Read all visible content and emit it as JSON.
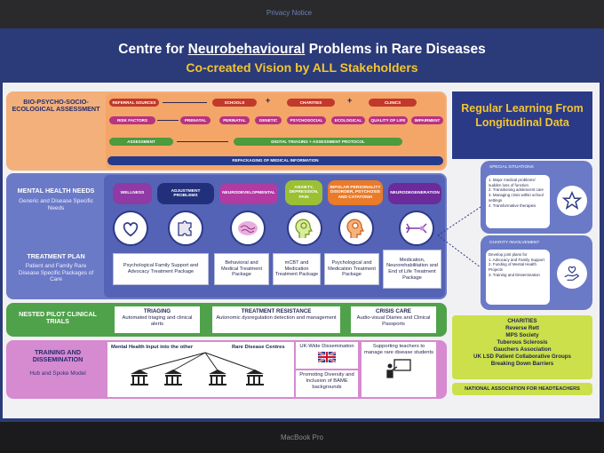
{
  "top_strip": "Privacy Notice",
  "header": {
    "title_prefix": "Centre for ",
    "title_underlined": "Neurobehavioural",
    "title_suffix": " Problems in Rare Diseases",
    "subtitle": "Co-created Vision by ALL Stakeholders"
  },
  "rows": {
    "assessment": {
      "label": "BIO-PSYCHO-SOCIO-ECOLOGICAL ASSESSMENT"
    },
    "mental_health": {
      "label": "MENTAL HEALTH NEEDS",
      "sub": "Generic and Disease Specific Needs"
    },
    "treatment": {
      "label": "TREATMENT PLAN",
      "sub": "Patient and Family Rare Disease Specific Packages of Care"
    },
    "pilot": {
      "label": "NESTED PILOT CLINICAL TRIALS"
    },
    "training": {
      "label": "TRAINING AND DISSEMINATION",
      "sub": "Hub and Spoke Model"
    }
  },
  "assessment": {
    "referral": "REFERRAL SOURCES",
    "schools": "SCHOOLS",
    "charities": "CHARITIES",
    "clinics": "CLINICS",
    "risk": "RISK FACTORS",
    "prenatal": "PRENATAL",
    "perinatal": "PERINATAL",
    "genetic": "GENETIC",
    "psychosocial": "PSYCHOSOCIAL",
    "ecological": "ECOLOGICAL",
    "qol": "QUALITY OF LIFE",
    "impairment": "IMPAIRMENT",
    "assess": "ASSESSMENT",
    "triaging": "DIGITAL TRIAGING + ASSESSMENT PROTOCOL",
    "repackaging": "REPACKAGING OF MEDICAL INFORMATION",
    "plus": "+"
  },
  "needs": [
    {
      "label": "WELLNESS",
      "color": "#8f3aa5"
    },
    {
      "label": "ADJUSTMENT PROBLEMS",
      "color": "#22307c"
    },
    {
      "label": "NEURODEVELOPMENTAL",
      "color": "#b13aa3"
    },
    {
      "label": "ANXIETY, DEPRESSION, PAIN",
      "color": "#9bc033"
    },
    {
      "label": "BIPOLAR PERSONALITY DISORDER, PSYCHOSIS AND CATATONIA",
      "color": "#ea7b29"
    },
    {
      "label": "NEURODEGENERATION",
      "color": "#6c2a9a"
    }
  ],
  "icons": [
    "heart-icon",
    "puzzle-icon",
    "brain-icon",
    "head-spiral-icon",
    "head-gears-icon",
    "neuron-icon"
  ],
  "treatments": [
    "Psychological Family Support and Advocacy Treatment Package",
    "Behavioral and Medical Treatment Package",
    "mCBT and Medication Treatment Package",
    "Psychological and Medication Treatment Package",
    "Medication, Neurorehabilitation and End of Life Treatment Package"
  ],
  "pilots": [
    {
      "head": "TRIAGING",
      "text": "Automated triaging and clinical alerts"
    },
    {
      "head": "TREATMENT RESISTANCE",
      "text": "Autonomic dysregulation detection and management"
    },
    {
      "head": "CRISIS CARE",
      "text": "Audio-visual Diaries and Clinical Passports"
    }
  ],
  "training": {
    "hub": "Mental Health Input into the other",
    "spokes": "Rare Disease Centres",
    "uk": "UK-Wide Dissemination",
    "diversity": "Promoting Diversity and Inclusion of BAME backgrounds",
    "teachers": "Supporting teachers to manage rare disease students"
  },
  "side": {
    "learning": "Regular Learning From Longitudinal Data",
    "special_title": "SPECIAL SITUATIONS",
    "special_items": [
      "1. Major medical problems/ sudden loss of function",
      "2. Transitioning adolescent care",
      "3. Managing crisis within school settings",
      "4. Transformative therapies"
    ],
    "charity_title": "CHARITY INVOLVEMENT",
    "charity_items": [
      "Develop joint plans for",
      "1. Advocacy and Family Support",
      "2. Funding of Mental Health Projects",
      "3. Training and Dissemination"
    ],
    "charities_title": "CHARITIES",
    "charities_list": [
      "Reverse Rett",
      "MPS Society",
      "Tuberous Sclerosis",
      "Gauchers Association",
      "UK LSD Patient Collaborative Groups",
      "Breaking Down Barriers"
    ],
    "headteachers": "NATIONAL ASSOCIATION FOR HEADTEACHERS"
  },
  "device_label": "MacBook Pro"
}
